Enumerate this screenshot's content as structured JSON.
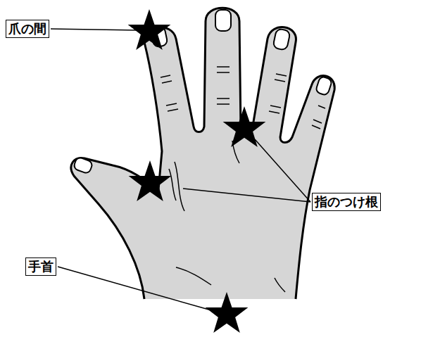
{
  "diagram": {
    "nodes": [
      {
        "text": [
          "爪の間"
        ]
      },
      {
        "text": [
          "指のつけ根"
        ]
      },
      {
        "text": [
          "手首"
        ]
      }
    ]
  }
}
